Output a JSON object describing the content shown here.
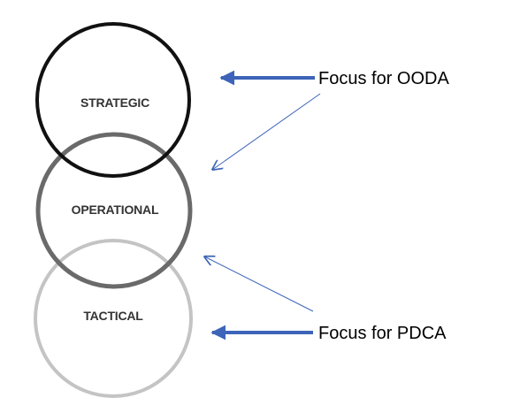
{
  "levels": [
    {
      "label": "STRATEGIC",
      "stroke": "#111111"
    },
    {
      "label": "OPERATIONAL",
      "stroke": "#6a6a6a"
    },
    {
      "label": "TACTICAL",
      "stroke": "#c4c4c4"
    }
  ],
  "annotations": {
    "ooda": "Focus for OODA",
    "pdca": "Focus for PDCA"
  },
  "colors": {
    "arrow": "#3d64b8"
  }
}
